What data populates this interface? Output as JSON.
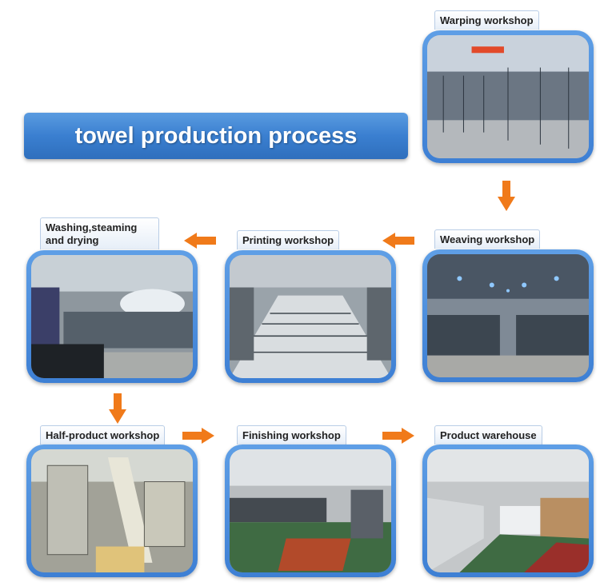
{
  "title": "towel production process",
  "steps": {
    "warping": "Warping workshop",
    "weaving": "Weaving workshop",
    "printing": "Printing workshop",
    "washing": "Washing,steaming and drying",
    "half_product": "Half-product workshop",
    "finishing": "Finishing workshop",
    "warehouse": "Product warehouse"
  },
  "colors": {
    "accent": "#3d7fd4",
    "arrow": "#f07a1a"
  }
}
